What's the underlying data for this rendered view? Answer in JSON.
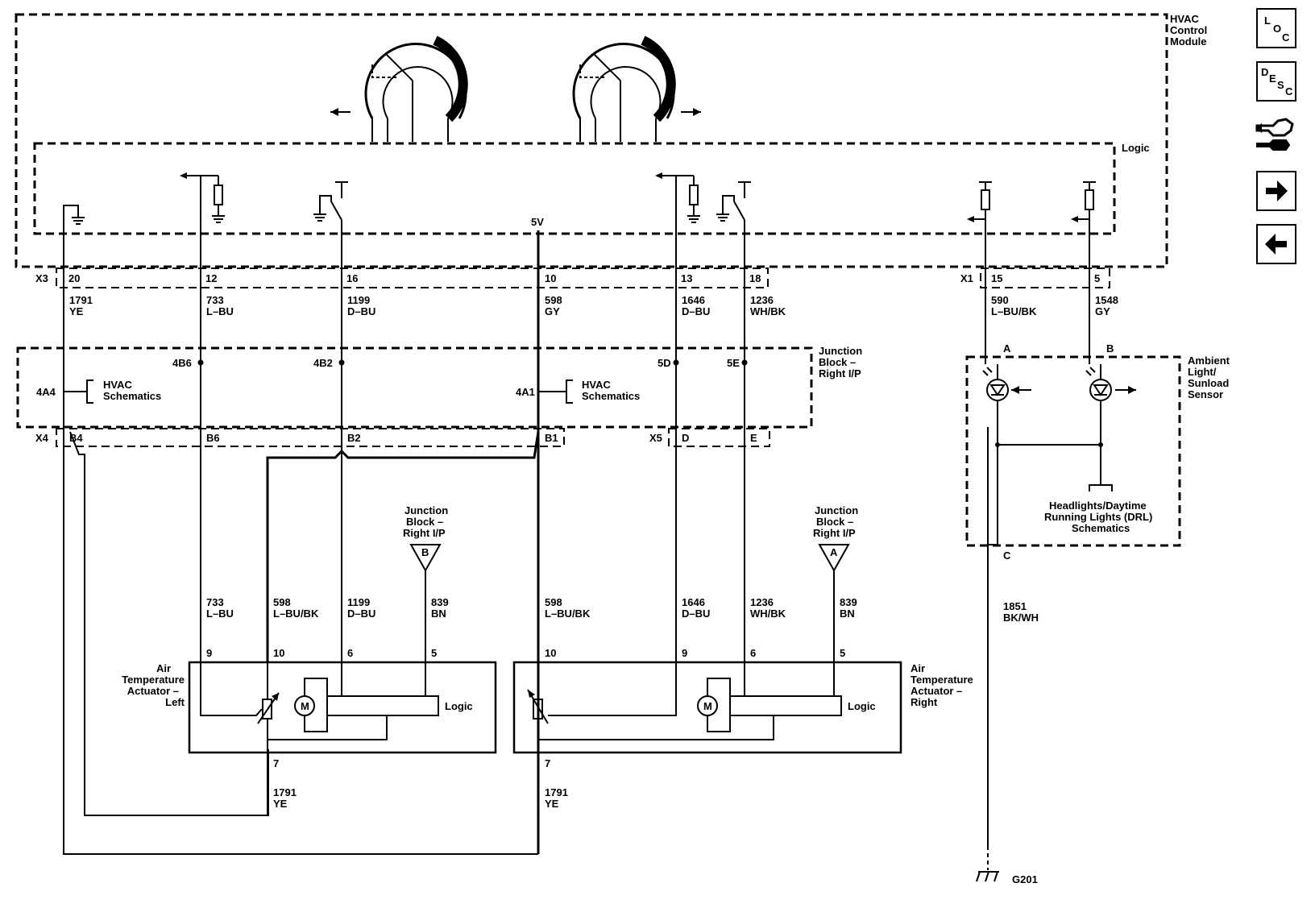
{
  "modules": {
    "hvac": [
      "HVAC",
      "Control",
      "Module"
    ],
    "logic": "Logic",
    "five_v": "5V",
    "junction_block": [
      "Junction",
      "Block –",
      "Right I/P"
    ],
    "sensor": [
      "Ambient",
      "Light/",
      "Sunload",
      "Sensor"
    ],
    "actuator_left": [
      "Air",
      "Temperature",
      "Actuator –",
      "Left"
    ],
    "actuator_right": [
      "Air",
      "Temperature",
      "Actuator –",
      "Right"
    ],
    "headlights": [
      "Headlights/Daytime",
      "Running Lights (DRL)",
      "Schematics"
    ],
    "hvac_ref": [
      "HVAC",
      "Schematics"
    ],
    "jb_ref": [
      "Junction",
      "Block –",
      "Right I/P"
    ],
    "motor": "M",
    "ground": "G201"
  },
  "connectors": {
    "x3": "X3",
    "x1": "X1",
    "x4": "X4",
    "x5": "X5",
    "pins_top": [
      "20",
      "12",
      "16",
      "10",
      "13",
      "18",
      "15",
      "5"
    ],
    "jb_pins": [
      "4B6",
      "4B2",
      "4A4",
      "4A1",
      "5D",
      "5E"
    ],
    "pins_bottom": [
      "B4",
      "B6",
      "B2",
      "B1",
      "D",
      "E"
    ],
    "sensor_pins": [
      "A",
      "B",
      "C"
    ],
    "jb_letters": [
      "B",
      "A"
    ],
    "act_left_pins": [
      "9",
      "10",
      "6",
      "5",
      "7"
    ],
    "act_right_pins": [
      "10",
      "9",
      "6",
      "5",
      "7"
    ]
  },
  "wires": {
    "top": [
      {
        "circuit": "1791",
        "color": "YE"
      },
      {
        "circuit": "733",
        "color": "L–BU"
      },
      {
        "circuit": "1199",
        "color": "D–BU"
      },
      {
        "circuit": "598",
        "color": "GY"
      },
      {
        "circuit": "1646",
        "color": "D–BU"
      },
      {
        "circuit": "1236",
        "color": "WH/BK"
      },
      {
        "circuit": "590",
        "color": "L–BU/BK"
      },
      {
        "circuit": "1548",
        "color": "GY"
      }
    ],
    "left_actuator": [
      {
        "circuit": "733",
        "color": "L–BU"
      },
      {
        "circuit": "598",
        "color": "L–BU/BK"
      },
      {
        "circuit": "1199",
        "color": "D–BU"
      },
      {
        "circuit": "839",
        "color": "BN"
      }
    ],
    "right_actuator": [
      {
        "circuit": "598",
        "color": "L–BU/BK"
      },
      {
        "circuit": "1646",
        "color": "D–BU"
      },
      {
        "circuit": "1236",
        "color": "WH/BK"
      },
      {
        "circuit": "839",
        "color": "BN"
      }
    ],
    "ground_left": {
      "circuit": "1791",
      "color": "YE"
    },
    "ground_right": {
      "circuit": "1791",
      "color": "YE"
    },
    "sensor_ground": {
      "circuit": "1851",
      "color": "BK/WH"
    }
  },
  "nav": {
    "loc": [
      "L",
      "O",
      "C"
    ],
    "desc": [
      "D",
      "E",
      "S",
      "C"
    ]
  }
}
